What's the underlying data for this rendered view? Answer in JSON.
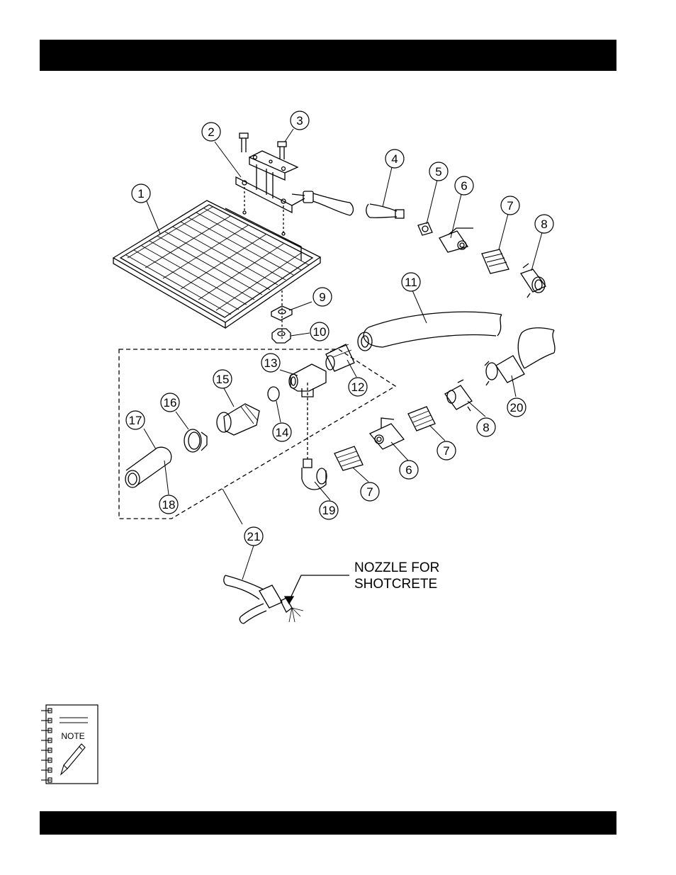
{
  "diagram": {
    "callouts": [
      {
        "id": "c1",
        "label": "1"
      },
      {
        "id": "c2",
        "label": "2"
      },
      {
        "id": "c3",
        "label": "3"
      },
      {
        "id": "c4",
        "label": "4"
      },
      {
        "id": "c5",
        "label": "5"
      },
      {
        "id": "c6a",
        "label": "6"
      },
      {
        "id": "c7a",
        "label": "7"
      },
      {
        "id": "c8a",
        "label": "8"
      },
      {
        "id": "c9",
        "label": "9"
      },
      {
        "id": "c10",
        "label": "10"
      },
      {
        "id": "c11",
        "label": "11"
      },
      {
        "id": "c12",
        "label": "12"
      },
      {
        "id": "c13",
        "label": "13"
      },
      {
        "id": "c14",
        "label": "14"
      },
      {
        "id": "c15",
        "label": "15"
      },
      {
        "id": "c16",
        "label": "16"
      },
      {
        "id": "c17",
        "label": "17"
      },
      {
        "id": "c18",
        "label": "18"
      },
      {
        "id": "c19",
        "label": "19"
      },
      {
        "id": "c20",
        "label": "20"
      },
      {
        "id": "c21",
        "label": "21"
      },
      {
        "id": "c6b",
        "label": "6"
      },
      {
        "id": "c7b",
        "label": "7"
      },
      {
        "id": "c7c",
        "label": "7"
      },
      {
        "id": "c8b",
        "label": "8"
      }
    ],
    "nozzle_label_line1": "NOZZLE FOR",
    "nozzle_label_line2": "SHOTCRETE"
  },
  "note": {
    "label": "NOTE"
  },
  "colors": {
    "ink": "#000000",
    "paper": "#ffffff"
  }
}
